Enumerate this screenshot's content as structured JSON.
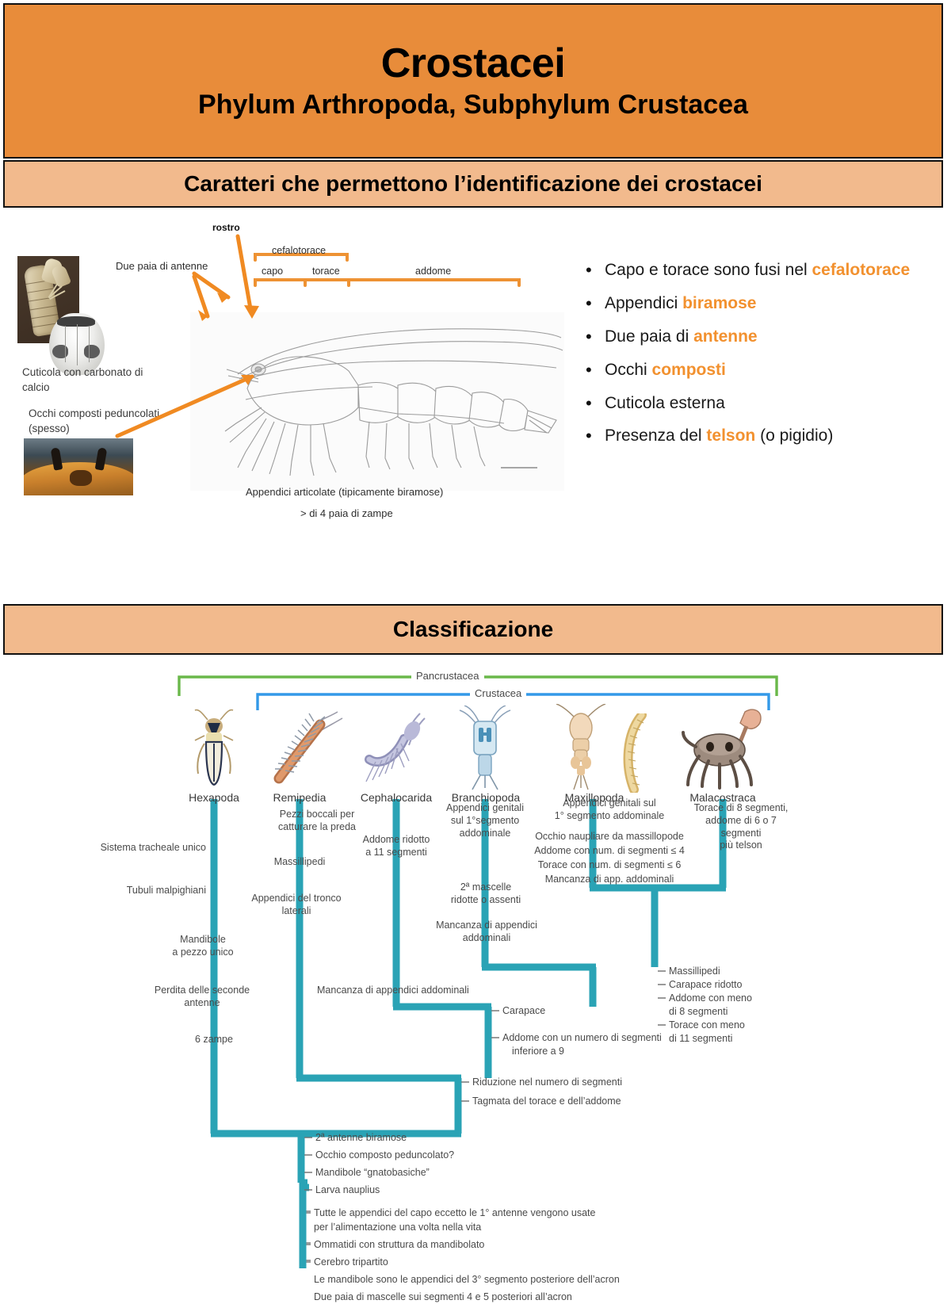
{
  "slide": {
    "title": "Crostacei",
    "subtitle": "Phylum Arthropoda, Subphylum Crustacea",
    "section1_header": "Caratteri che permettono l’identificazione dei crostacei",
    "section2_header": "Classificazione"
  },
  "colors": {
    "title_band": "#E88C3A",
    "sub_band": "#F2BA8D",
    "accent_orange": "#F2912F",
    "tree_teal": "#2AA3B5",
    "bracket_green": "#6AB84A",
    "bracket_blue": "#3399E8"
  },
  "characters": {
    "items": [
      {
        "pre": "Capo e torace sono fusi nel ",
        "hl": "cefalotorace",
        "post": ""
      },
      {
        "pre": "Appendici ",
        "hl": "biramose",
        "post": ""
      },
      {
        "pre": "Due paia di ",
        "hl": "antenne",
        "post": ""
      },
      {
        "pre": "Occhi ",
        "hl": "composti",
        "post": ""
      },
      {
        "pre": "Cuticola esterna",
        "hl": "",
        "post": ""
      },
      {
        "pre": "Presenza del ",
        "hl": "telson",
        "post": " (o pigidio)"
      }
    ]
  },
  "anatomy": {
    "rostro": "rostro",
    "due_paia_antenne": "Due paia di antenne",
    "cefalotorace": "cefalotorace",
    "capo": "capo",
    "torace": "torace",
    "addome": "addome",
    "appendici_articolate": "Appendici articolate (tipicamente biramose)",
    "zampe": "> di 4 paia di zampe",
    "cuticola_label": "Cuticola con carbonato di calcio",
    "occhi_label": "Occhi composti peduncolati (spesso)",
    "photo_lobster_name": "lobster-photo",
    "photo_barnacle_name": "barnacle-photo",
    "photo_crab_name": "crab-photo"
  },
  "cladogram": {
    "brackets": [
      {
        "name": "Pancrustacea",
        "label": "Pancrustacea"
      },
      {
        "name": "Crustacea",
        "label": "Crustacea"
      }
    ],
    "taxa": [
      {
        "name": "Hexapoda",
        "label": "Hexapoda"
      },
      {
        "name": "Remipedia",
        "label": "Remipedia"
      },
      {
        "name": "Cephalocarida",
        "label": "Cephalocarida"
      },
      {
        "name": "Branchiopoda",
        "label": "Branchiopoda"
      },
      {
        "name": "Maxillopoda",
        "label": "Maxillopoda"
      },
      {
        "name": "Malacostraca",
        "label": "Malacostraca"
      }
    ],
    "hexapoda_traits": [
      "Sistema tracheale unico",
      "Tubuli malpighiani",
      "Mandibole\na pezzo unico",
      "Perdita delle seconde\nantenne",
      "6 zampe"
    ],
    "remipedia_traits": [
      "Pezzi boccali per\ncatturare la preda",
      "Massillipedi",
      "Appendici del tronco\nlaterali"
    ],
    "cephalocarida_traits": [
      "Addome ridotto\na 11 segmenti"
    ],
    "branchiopoda_traits": [
      "Appendici genitali\nsul 1°segmento\naddominale",
      "2ª mascelle\nridotte o assenti",
      "Mancanza di appendici\naddominali"
    ],
    "maxillopoda_traits": [
      "Appendici genitali sul\n1° segmento addominale",
      "Occhio naupliare da massillopode",
      "Addome con num. di segmenti ≤ 4",
      "Torace con num. di segmenti ≤ 6",
      "Mancanza di app. addominali"
    ],
    "malacostraca_traits": [
      "Torace di 8 segmenti,\naddome di 6 o 7\nsegmenti\npiù telson"
    ],
    "node_maxi_mala": [
      "Massillipedi",
      "Carapace ridotto",
      "Addome con meno",
      "di 8 segmenti",
      "Torace con meno",
      "di 11 segmenti"
    ],
    "node_branch_up": [
      "Carapace",
      "Addome con un numero di segmenti",
      "inferiore a 9"
    ],
    "node_ceph": [
      "Riduzione nel numero di segmenti",
      "Tagmata del torace e dell’addome"
    ],
    "node_crustacea": [
      "2ª antenne biramose",
      "Occhio composto peduncolato?",
      "Mandibole “gnatobasiche”",
      "Larva nauplius"
    ],
    "node_pancrustacea": [
      "Tutte le appendici del capo eccetto le 1° antenne vengono usate",
      "per l’alimentazione una volta nella vita",
      "Ommatidi con struttura da mandibolato",
      "Cerebro tripartito",
      "Le mandibole sono le appendici del 3° segmento posteriore dell’acron",
      "Due paia di mascelle sui segmenti 4 e 5 posteriori  all’acron"
    ],
    "other_labels": {
      "mancanza_app_addominali": "Mancanza di appendici addominali"
    }
  }
}
